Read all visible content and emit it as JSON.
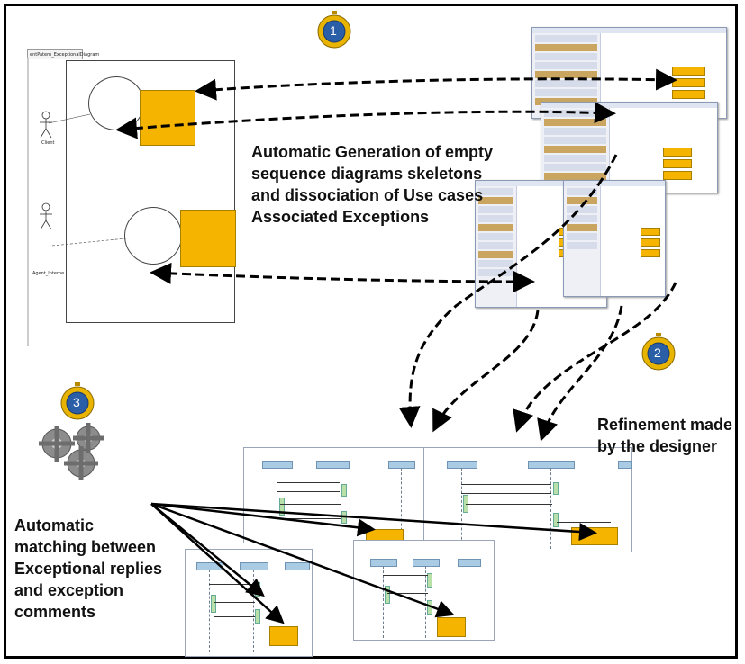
{
  "texts": {
    "generation": [
      "Automatic Generation of empty",
      "sequence diagrams skeletons",
      "and dissociation of Use cases",
      "Associated Exceptions"
    ],
    "refinement": [
      "Refinement made",
      "by the designer"
    ],
    "matching": [
      "Automatic",
      "matching between",
      "Exceptional replies",
      "and  exception",
      "comments"
    ]
  },
  "steps": [
    "1",
    "2",
    "3"
  ],
  "usecase": {
    "tab": "entPatern_ExceptionalDiagram",
    "actor_top": "Client",
    "actor_bottom": "Agent_Interne"
  },
  "colors": {
    "note": "#f5b400",
    "timer_body": "#e8b400",
    "timer_face": "#2a5fa8",
    "lifeline_head": "#a9cbe3",
    "frame": "#000000"
  },
  "icons": [
    "stopwatch-icon",
    "gears-icon"
  ]
}
